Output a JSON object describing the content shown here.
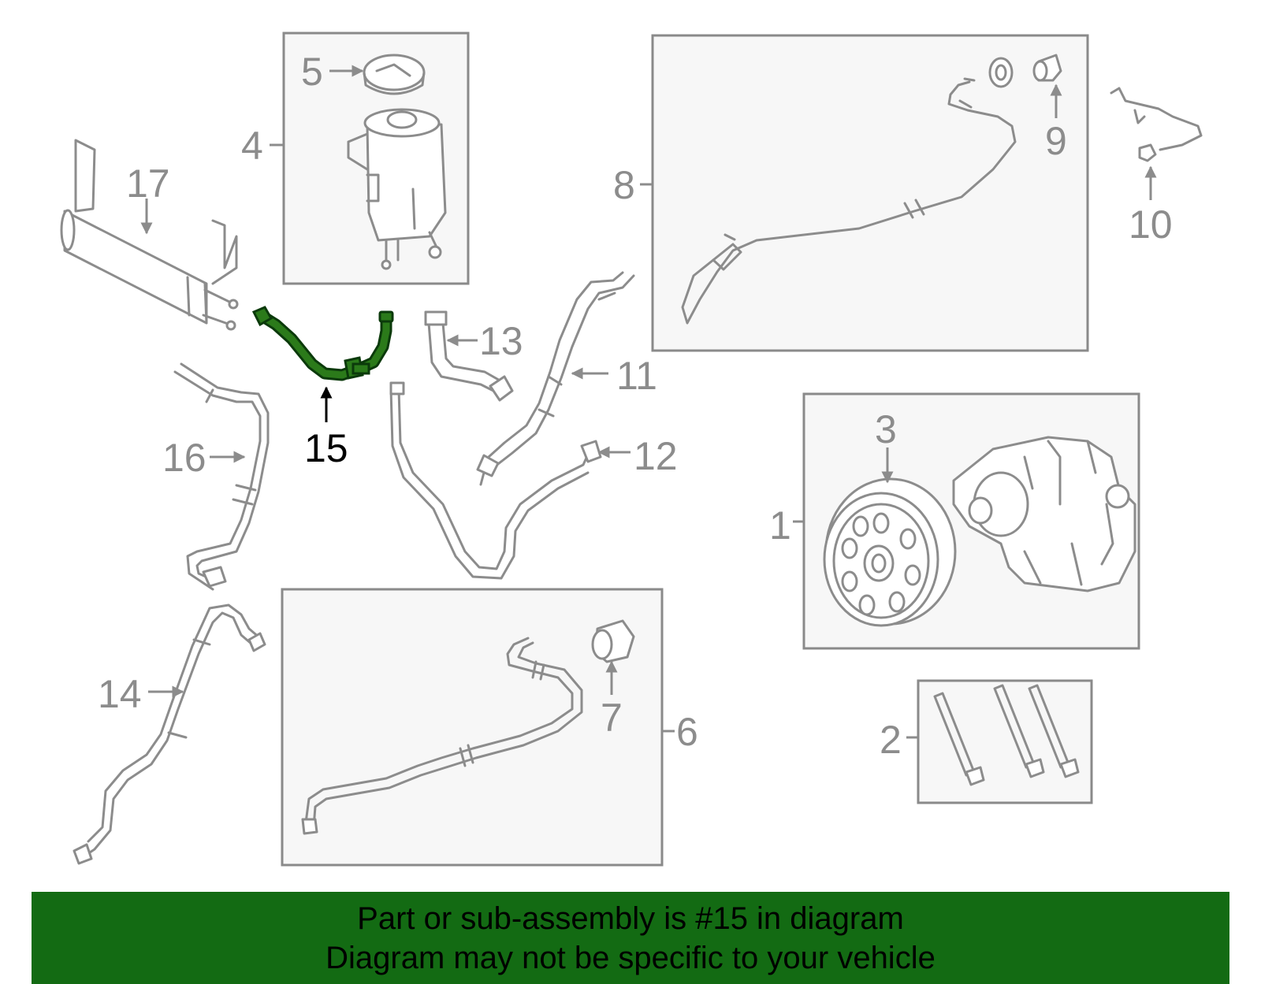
{
  "diagram": {
    "highlight_color": "#2b7a1a",
    "callouts": {
      "c1": "1",
      "c2": "2",
      "c3": "3",
      "c4": "4",
      "c5": "5",
      "c6": "6",
      "c7": "7",
      "c8": "8",
      "c9": "9",
      "c10": "10",
      "c11": "11",
      "c12": "12",
      "c13": "13",
      "c14": "14",
      "c15": "15",
      "c16": "16",
      "c17": "17"
    }
  },
  "banner": {
    "background": "#136b13",
    "line1": "Part or sub-assembly is #15 in diagram",
    "line2": "Diagram may not be specific to your vehicle"
  }
}
